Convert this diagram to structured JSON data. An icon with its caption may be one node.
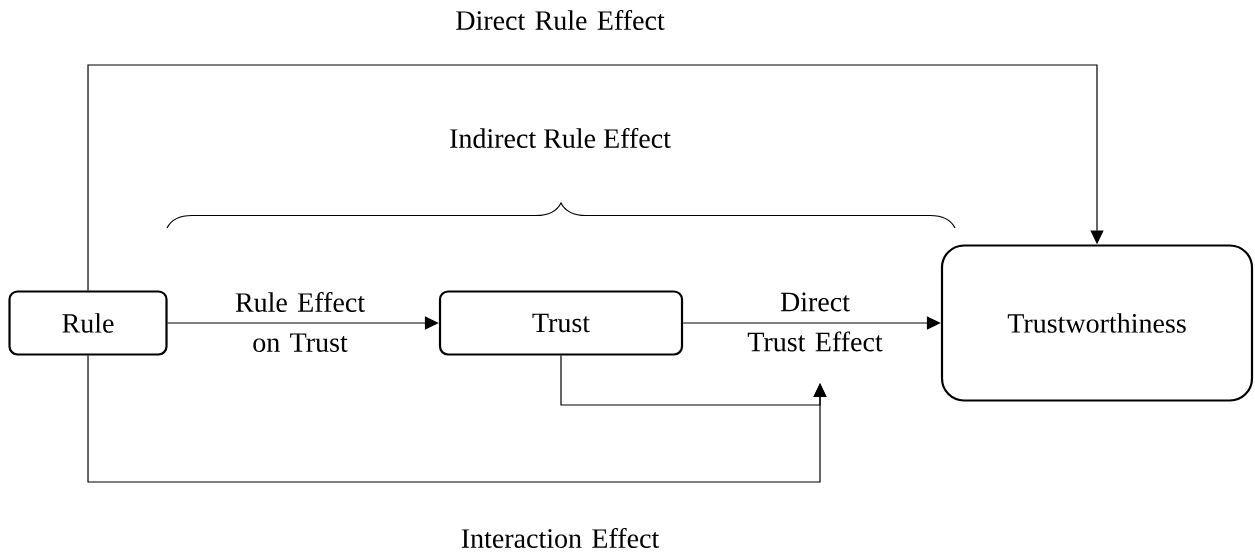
{
  "diagram": {
    "nodes": [
      {
        "text": [
          "Rule"
        ]
      },
      {
        "text": [
          "Trust"
        ]
      },
      {
        "text": [
          "Trustworthiness"
        ]
      }
    ],
    "edges": [
      {
        "from": 0,
        "to": 1,
        "arrow": "to",
        "label": "Rule Effect on Trust"
      },
      {
        "from": 1,
        "to": 2,
        "arrow": "to",
        "label": "Direct Trust Effect"
      },
      {
        "from": 0,
        "to": 2,
        "arrow": "to",
        "label": "Direct Rule Effect"
      },
      {
        "from": 0,
        "to": null,
        "arrow": "to",
        "label": "Interaction Effect"
      },
      {
        "from": 1,
        "to": null,
        "arrow": "to"
      }
    ],
    "labels": [
      "Indirect Rule Effect"
    ]
  }
}
